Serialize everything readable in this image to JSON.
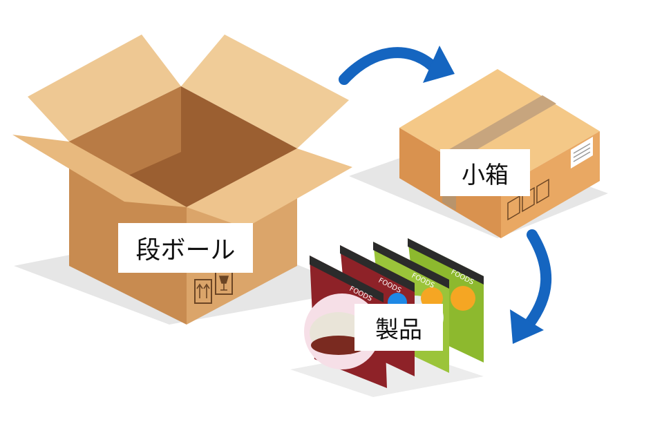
{
  "labels": {
    "large_box": "段ボール",
    "small_box": "小箱",
    "products": "製品"
  },
  "pouch_brand": "FOODS",
  "colors": {
    "cardboard": "#d9a166",
    "cardboard_light": "#eec893",
    "cardboard_dark": "#a86a3b",
    "arrow": "#1565c0",
    "pouch_red": "#8e2228",
    "pouch_green": "#8db92e",
    "pouch_top": "#2b2b2b"
  },
  "icons": [
    "curved-arrow-icon",
    "fragile-glass-icon",
    "this-way-up-icon",
    "umbrella-icon"
  ]
}
